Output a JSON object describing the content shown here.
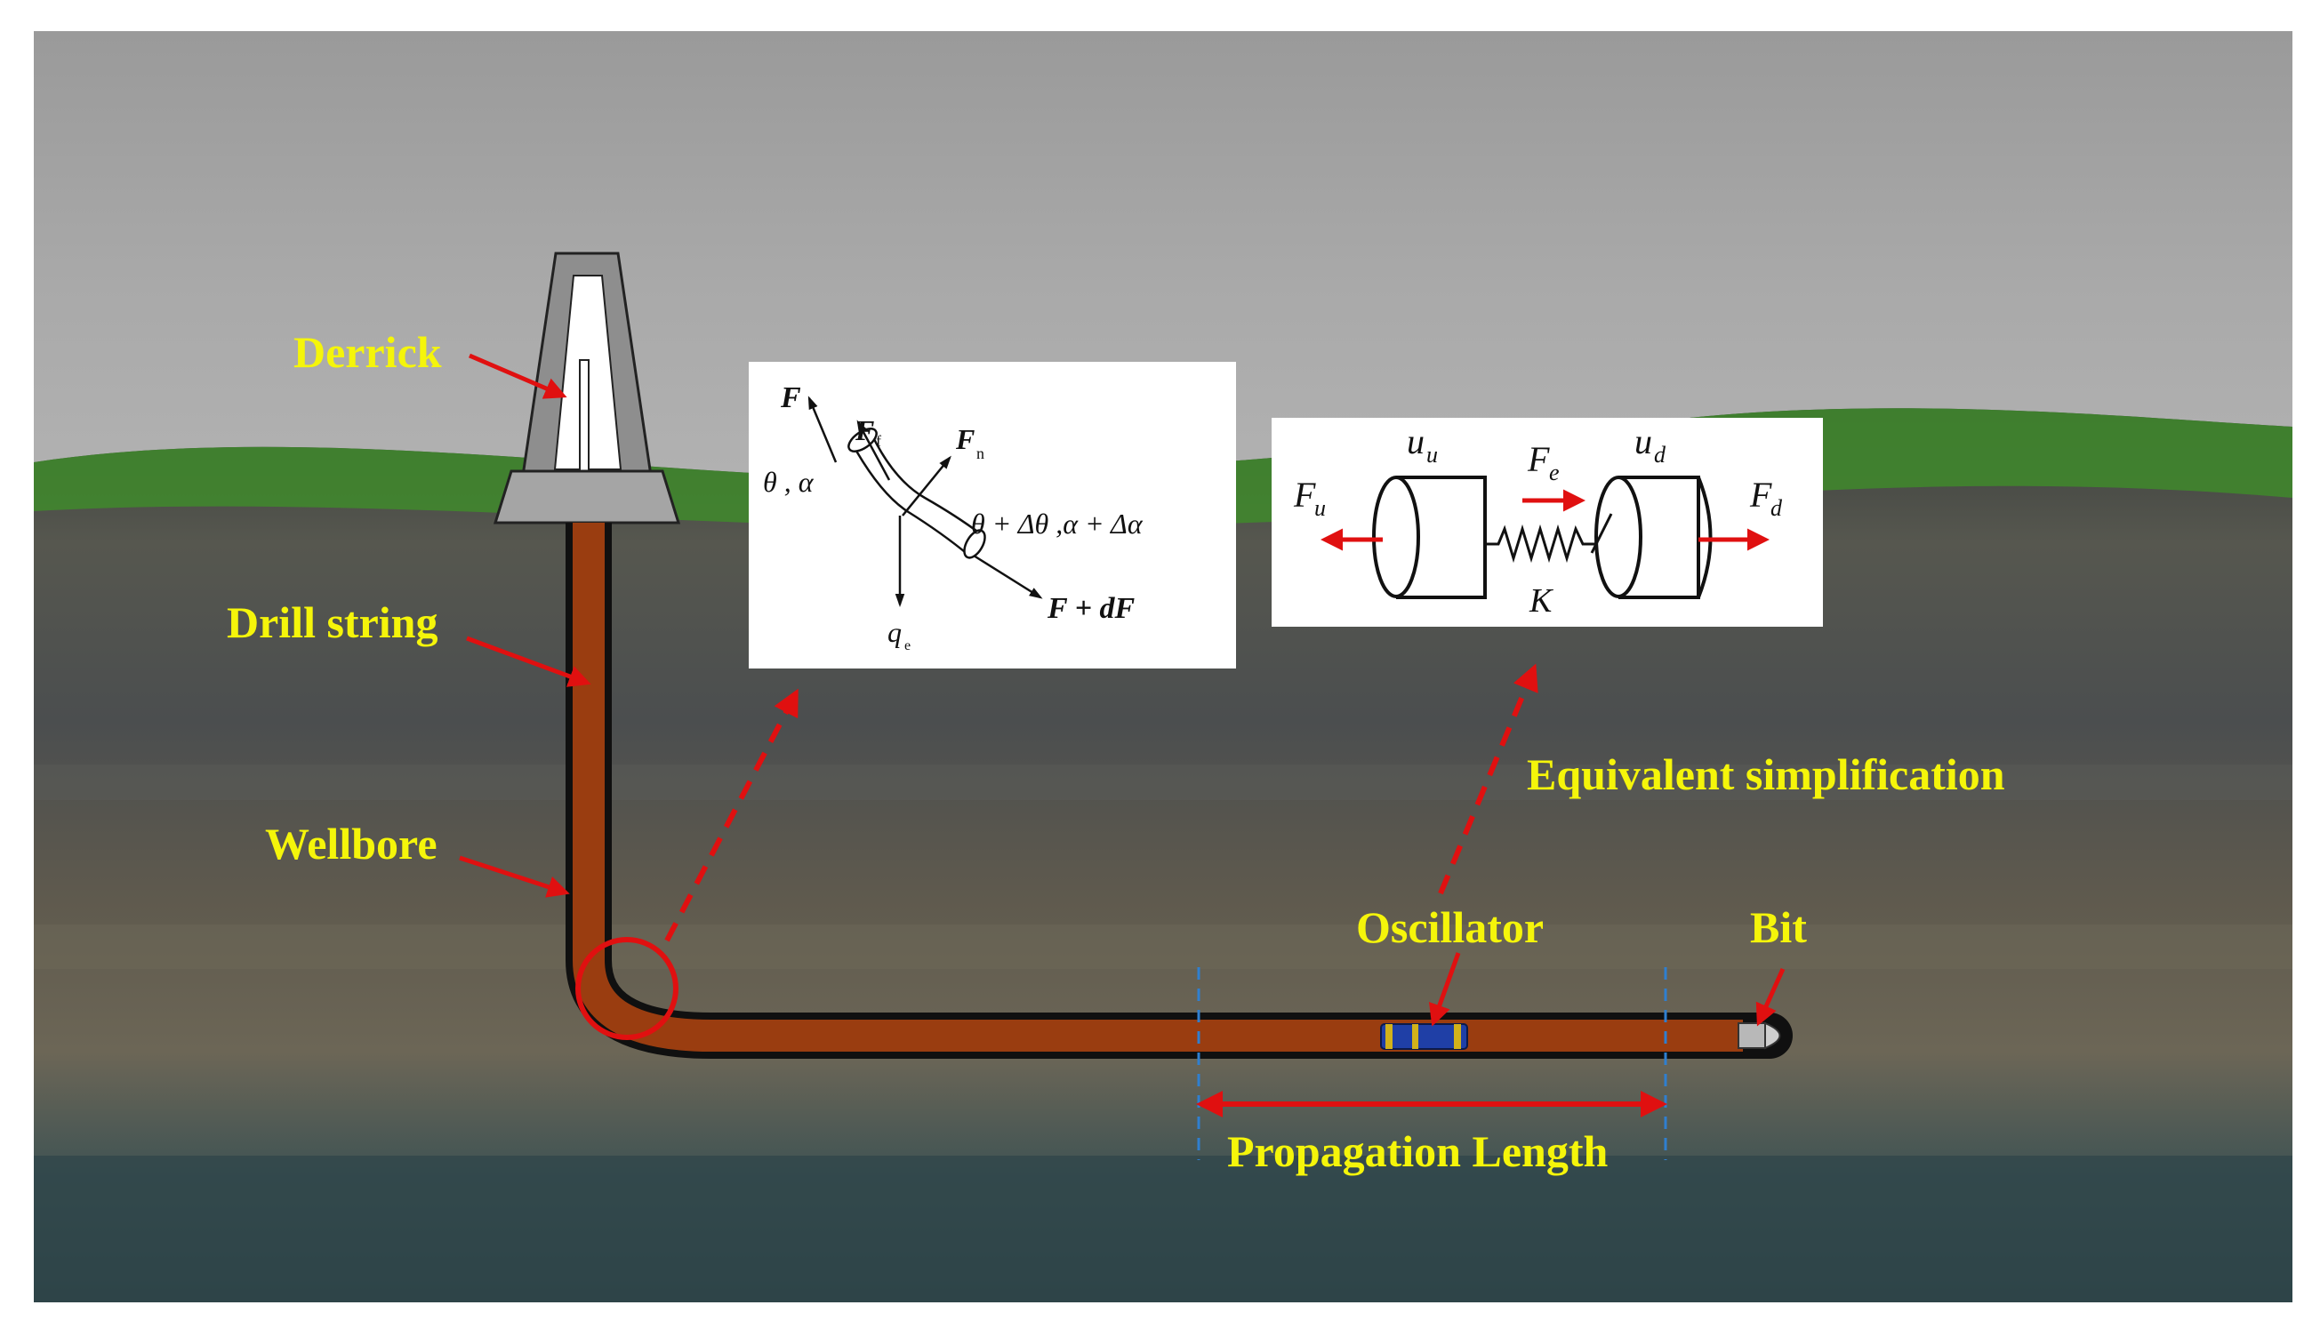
{
  "labels": {
    "derrick": "Derrick",
    "drill_string": "Drill string",
    "wellbore": "Wellbore",
    "equivalent": "Equivalent simplification",
    "oscillator": "Oscillator",
    "bit": "Bit",
    "propagation": "Propagation Length"
  },
  "inset_element": {
    "F": "F",
    "Ff": "F",
    "Ff_sub": "f",
    "Fn": "F",
    "Fn_sub": "n",
    "theta_alpha": "θ , α",
    "theta_alpha_plus": "θ + Δθ ,α + Δα",
    "F_plus_dF": "F + dF",
    "qe": "q",
    "qe_sub": "e"
  },
  "inset_spring": {
    "uu": "u",
    "uu_sub": "u",
    "ud": "u",
    "ud_sub": "d",
    "Fe": "F",
    "Fe_sub": "e",
    "Fu": "F",
    "Fu_sub": "u",
    "Fd": "F",
    "Fd_sub": "d",
    "K": "K"
  },
  "colors": {
    "label_yellow": "#f5f50a",
    "arrow_red": "#e01010",
    "pipe_brown": "#9a3d10",
    "sky_gray": "#a7a7a7",
    "grass_green": "#3f8a2c",
    "rock_dark": "#4f5252"
  }
}
